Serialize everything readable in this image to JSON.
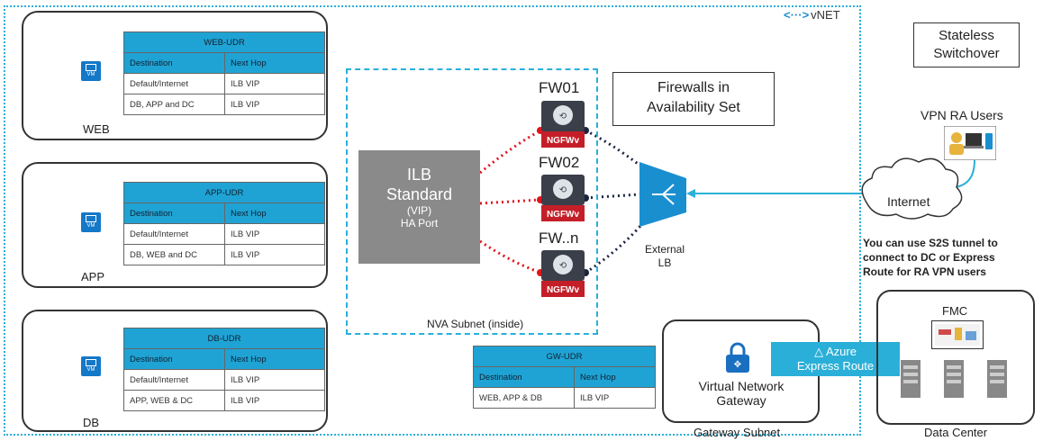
{
  "vnet": {
    "label": "vNET",
    "icon": "vnet-icon"
  },
  "tiers": [
    {
      "name": "WEB",
      "udr_title": "WEB-UDR",
      "columns": [
        "Destination",
        "Next Hop"
      ],
      "rows": [
        [
          "Default/Internet",
          "ILB VIP"
        ],
        [
          "DB, APP and DC",
          "ILB VIP"
        ]
      ]
    },
    {
      "name": "APP",
      "udr_title": "APP-UDR",
      "columns": [
        "Destination",
        "Next Hop"
      ],
      "rows": [
        [
          "Default/Internet",
          "ILB VIP"
        ],
        [
          "DB, WEB and DC",
          "ILB VIP"
        ]
      ]
    },
    {
      "name": "DB",
      "udr_title": "DB-UDR",
      "columns": [
        "Destination",
        "Next Hop"
      ],
      "rows": [
        [
          "Default/Internet",
          "ILB VIP"
        ],
        [
          "APP, WEB  & DC",
          "ILB VIP"
        ]
      ]
    }
  ],
  "vm_label": "VM",
  "nva": {
    "subnet_label": "NVA Subnet (inside)",
    "ilb_line1": "ILB",
    "ilb_line2": "Standard",
    "ilb_line3": "(VIP)",
    "ilb_line4": "HA Port"
  },
  "firewalls": [
    "FW01",
    "FW02",
    "FW..n"
  ],
  "fw_badge": "NGFWv",
  "availability_set": {
    "line1": "Firewalls in",
    "line2": "Availability Set"
  },
  "external_lb": {
    "line1": "External",
    "line2": "LB"
  },
  "stateless": {
    "line1": "Stateless",
    "line2": "Switchover"
  },
  "vpn_users": "VPN RA Users",
  "internet": "Internet",
  "note": [
    "You can use S2S tunnel to",
    "connect to DC or Express",
    "Route for RA VPN users"
  ],
  "gw_udr": {
    "title": "GW-UDR",
    "columns": [
      "Destination",
      "Next Hop"
    ],
    "rows": [
      [
        "WEB, APP & DB",
        "ILB VIP"
      ]
    ]
  },
  "gateway": {
    "line1": "Virtual Network",
    "line2": "Gateway",
    "subnet_label": "Gateway Subnet"
  },
  "express_route": {
    "line1": "Azure",
    "line2": "Express Route"
  },
  "dc": {
    "fmc_label": "FMC",
    "label": "Data Center"
  },
  "colors": {
    "accent": "#1fa3d4",
    "link_red": "#e0141e",
    "link_dark": "#1a2540",
    "lb_blue": "#1a8fd0"
  }
}
